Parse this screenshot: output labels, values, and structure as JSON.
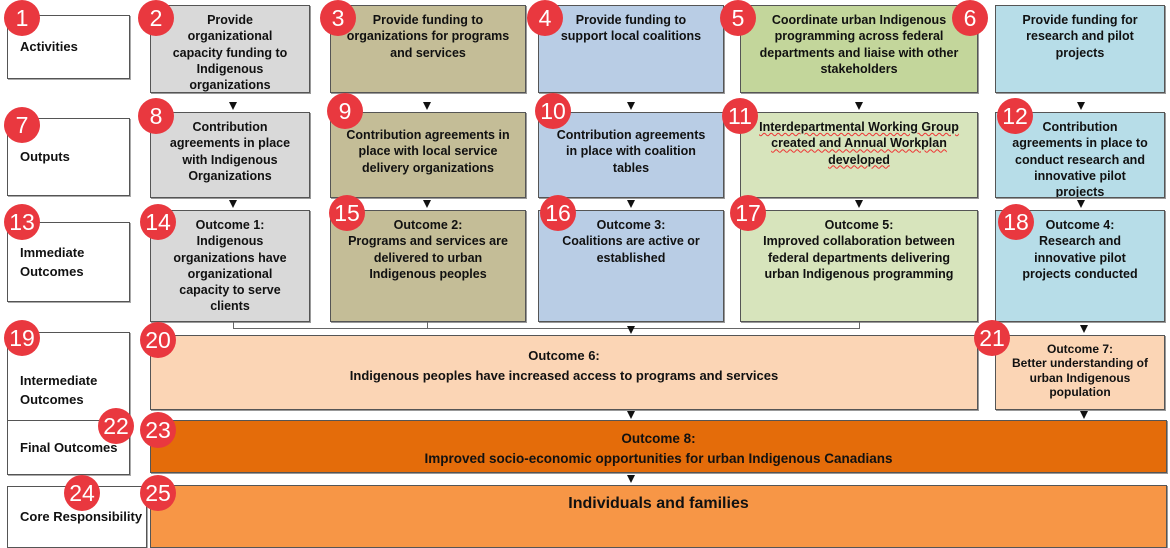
{
  "row_labels": [
    "Activities",
    "Outputs",
    "Immediate Outcomes",
    "Intermediate Outcomes",
    "Final Outcomes",
    "Core Responsibility"
  ],
  "activities": [
    "Provide organizational capacity funding to Indigenous organizations",
    "Provide funding to organizations for programs and services",
    "Provide funding to support local coalitions",
    "Coordinate urban Indigenous programming across federal departments and liaise with other stakeholders",
    "Provide funding for research and pilot projects"
  ],
  "outputs": [
    "Contribution agreements in place with Indigenous Organizations",
    "Contribution agreements in place with local service delivery organizations",
    "Contribution agreements in place with coalition tables",
    "Interdepartmental Working Group created and Annual Workplan developed",
    "Contribution agreements in place to conduct research and innovative pilot projects"
  ],
  "immediate": [
    {
      "title": "Outcome 1:",
      "text": "Indigenous organizations have organizational capacity to serve clients"
    },
    {
      "title": "Outcome 2:",
      "text": "Programs and services are delivered to urban Indigenous peoples"
    },
    {
      "title": "Outcome 3:",
      "text": "Coalitions are active or established"
    },
    {
      "title": "Outcome 5:",
      "text": "Improved collaboration between federal departments delivering urban Indigenous programming"
    },
    {
      "title": "Outcome 4:",
      "text": "Research and innovative pilot projects conducted"
    }
  ],
  "intermediate": [
    {
      "title": "Outcome 6:",
      "text": "Indigenous peoples have increased access to programs and services"
    },
    {
      "title": "Outcome 7:",
      "text": "Better understanding of urban Indigenous population"
    }
  ],
  "final": {
    "title": "Outcome 8:",
    "text": "Improved socio-economic opportunities for urban Indigenous Canadians"
  },
  "core": {
    "text": "Individuals and families"
  },
  "badges": [
    "1",
    "2",
    "3",
    "4",
    "5",
    "6",
    "7",
    "8",
    "9",
    "10",
    "11",
    "12",
    "13",
    "14",
    "15",
    "16",
    "17",
    "18",
    "19",
    "20",
    "21",
    "22",
    "23",
    "24",
    "25"
  ]
}
